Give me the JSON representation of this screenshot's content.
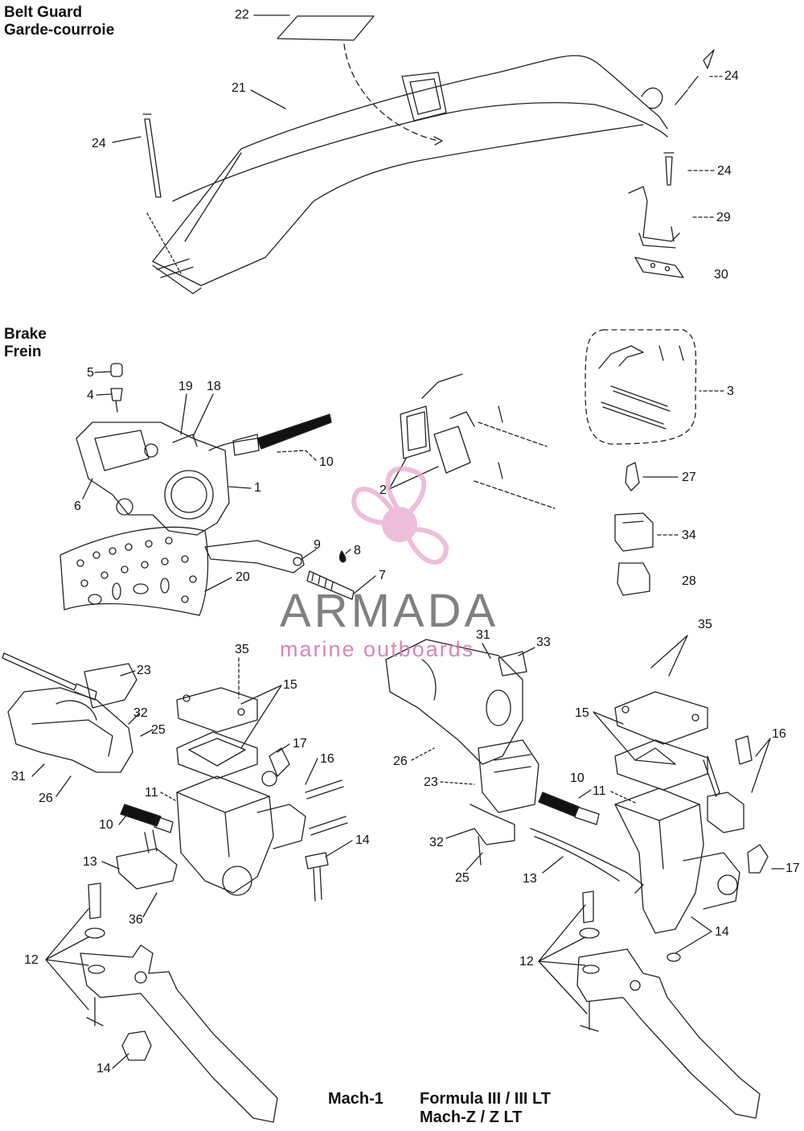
{
  "sections": {
    "belt_guard": {
      "title_en": "Belt Guard",
      "title_fr": "Garde-courroie"
    },
    "brake": {
      "title_en": "Brake",
      "title_fr": "Frein"
    }
  },
  "models": {
    "left": "Mach-1",
    "right_line1": "Formula III / III LT",
    "right_line2": "Mach-Z / Z LT"
  },
  "watermark": {
    "brand": "ARMADA",
    "tagline": "marine outboards",
    "colors": {
      "brand": "#6b6b6b",
      "tagline": "#d27ab0",
      "propeller": "#e7a9cf"
    }
  },
  "callouts": {
    "belt_guard": [
      "22",
      "21",
      "24",
      "24",
      "24",
      "29",
      "30"
    ],
    "brake_caliper": [
      "5",
      "4",
      "19",
      "18",
      "10",
      "1",
      "6",
      "2",
      "3",
      "27",
      "34",
      "28",
      "9",
      "8",
      "7",
      "20"
    ],
    "mach1": [
      "35",
      "15",
      "23",
      "32",
      "25",
      "17",
      "16",
      "31",
      "26",
      "11",
      "10",
      "13",
      "14",
      "36",
      "12",
      "14"
    ],
    "formula": [
      "31",
      "33",
      "35",
      "15",
      "16",
      "26",
      "23",
      "10",
      "11",
      "32",
      "25",
      "13",
      "17",
      "14",
      "12"
    ]
  }
}
